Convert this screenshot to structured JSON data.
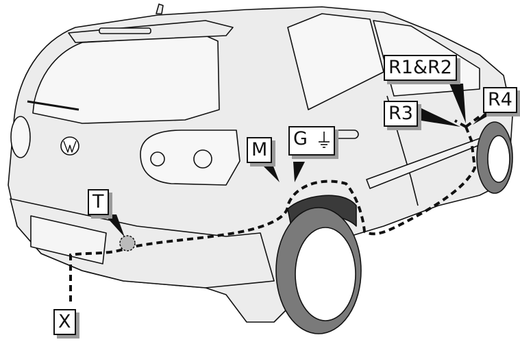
{
  "callouts": {
    "T": "T",
    "X": "X",
    "M": "M",
    "G": "G",
    "R1R2": "R1&R2",
    "R3": "R3",
    "R4": "R4"
  },
  "icons": {
    "ground": "ground-icon"
  },
  "colors": {
    "line": "#111111",
    "body_fill": "#ececec",
    "tire_fill": "#7a7a7a",
    "shadow": "#9a9a9a",
    "background": "#ffffff"
  }
}
